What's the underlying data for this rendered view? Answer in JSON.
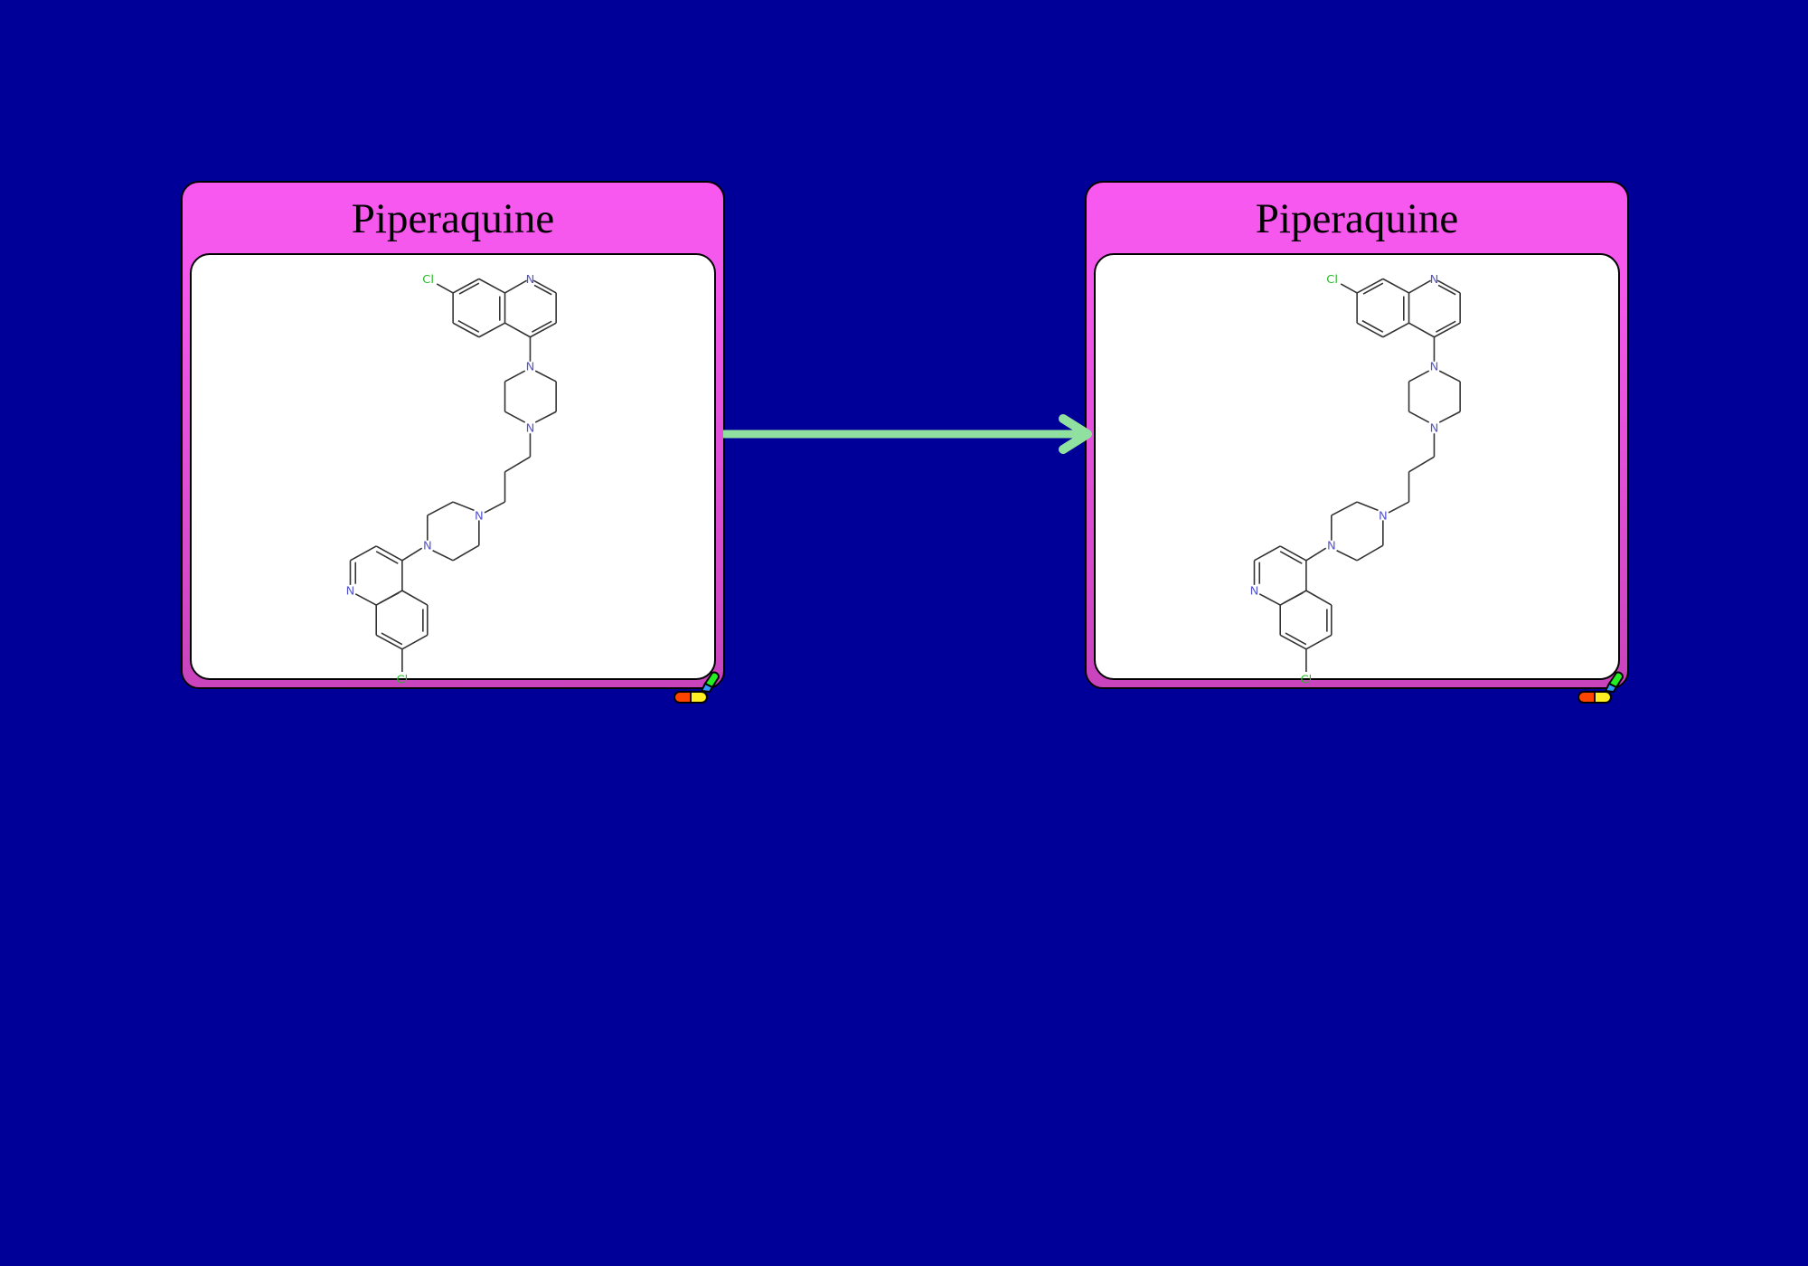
{
  "colors": {
    "background": "#000099",
    "node_header": "#f858f0",
    "arrow": "#90e0a0"
  },
  "nodes": [
    {
      "title": "Piperaquine",
      "icon": "drug-pill-icon"
    },
    {
      "title": "Piperaquine",
      "icon": "drug-pill-icon"
    }
  ],
  "molecule": {
    "n": "N",
    "cl": "Cl"
  },
  "edge": {
    "from": 0,
    "to": 1,
    "type": "arrow"
  }
}
